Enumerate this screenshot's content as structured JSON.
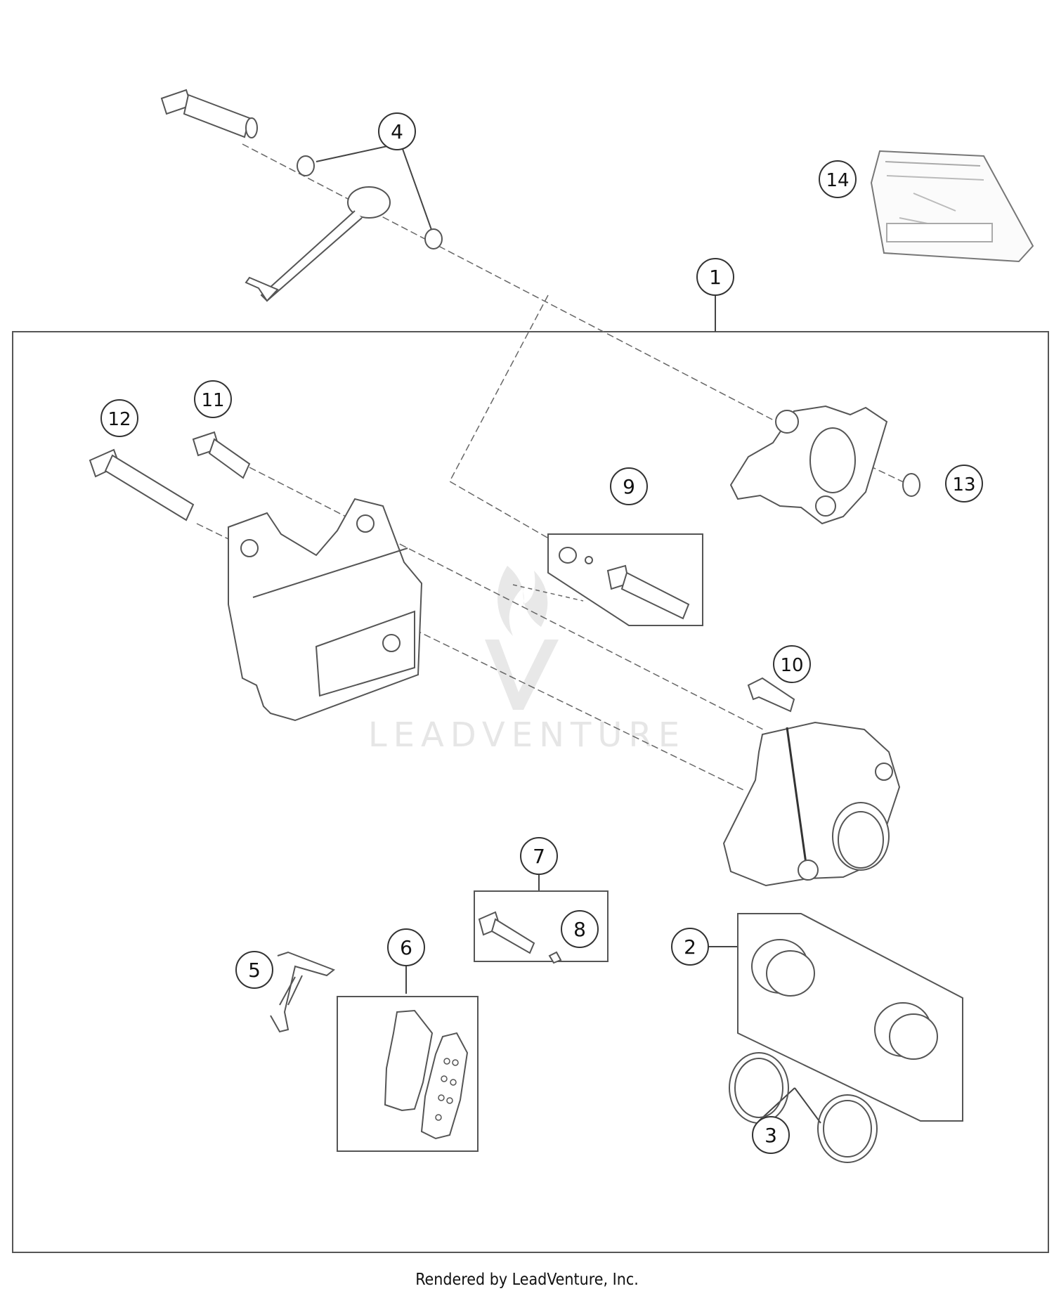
{
  "diagram": {
    "callouts": [
      {
        "id": "c1",
        "label": "1"
      },
      {
        "id": "c2",
        "label": "2"
      },
      {
        "id": "c3",
        "label": "3"
      },
      {
        "id": "c4",
        "label": "4"
      },
      {
        "id": "c5",
        "label": "5"
      },
      {
        "id": "c6",
        "label": "6"
      },
      {
        "id": "c7",
        "label": "7"
      },
      {
        "id": "c8",
        "label": "8"
      },
      {
        "id": "c9",
        "label": "9"
      },
      {
        "id": "c10",
        "label": "10"
      },
      {
        "id": "c11",
        "label": "11"
      },
      {
        "id": "c12",
        "label": "12"
      },
      {
        "id": "c13",
        "label": "13"
      },
      {
        "id": "c14",
        "label": "14"
      }
    ],
    "watermark": "LEADVENTURE",
    "line_color": "#444444",
    "watermark_color": "#e6e6e6"
  },
  "footer": {
    "text": "Rendered by LeadVenture, Inc."
  }
}
